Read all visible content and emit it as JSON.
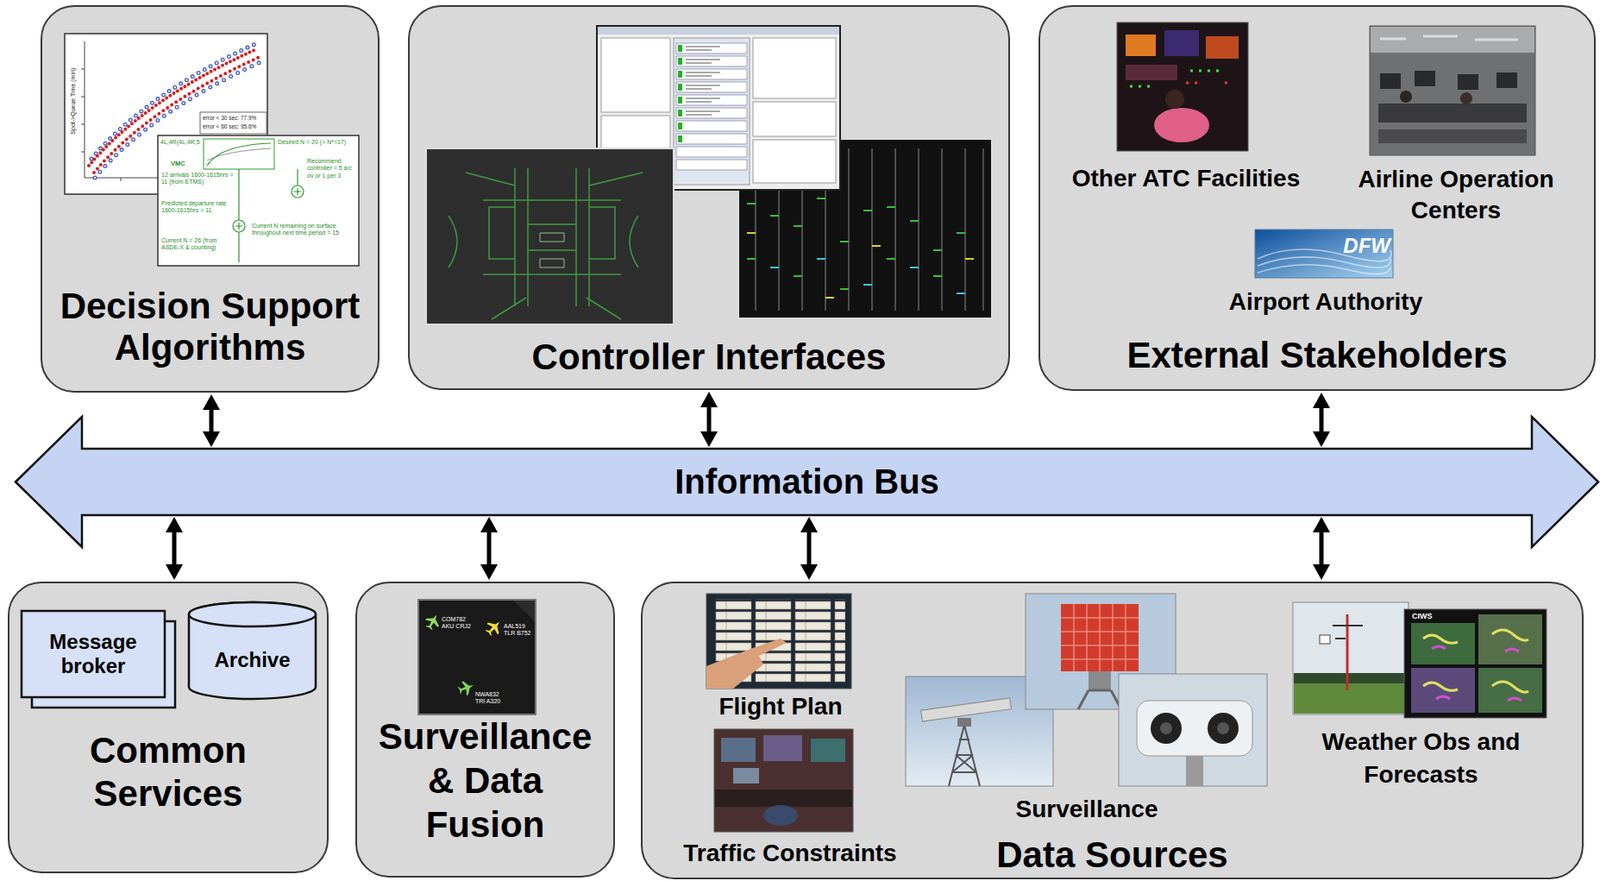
{
  "diagram": {
    "nodes": [
      {
        "text": [
          "Decision Support Algorithms"
        ]
      },
      {
        "text": [
          "Controller Interfaces"
        ]
      },
      {
        "text": [
          "External Stakeholders"
        ]
      },
      {
        "text": [
          "Other ATC Facilities"
        ],
        "in": 2
      },
      {
        "text": [
          "Airline Operation Centers"
        ],
        "in": 2
      },
      {
        "text": [
          "Airport Authority"
        ],
        "in": 2
      },
      {
        "text": [
          "Information Bus"
        ]
      },
      {
        "text": [
          "Common Services"
        ]
      },
      {
        "text": [
          "Message broker"
        ],
        "in": 7
      },
      {
        "text": [
          "Archive"
        ],
        "in": 7
      },
      {
        "text": [
          "Surveillance & Data Fusion"
        ]
      },
      {
        "text": [
          "Data Sources"
        ]
      },
      {
        "text": [
          "Flight Plan"
        ],
        "in": 11
      },
      {
        "text": [
          "Traffic Constraints"
        ],
        "in": 11
      },
      {
        "text": [
          "Surveillance"
        ],
        "in": 11
      },
      {
        "text": [
          "Weather Obs and Forecasts"
        ],
        "in": 11
      }
    ],
    "edges": [
      {
        "from": 0,
        "to": 6,
        "arrow": "both"
      },
      {
        "from": 1,
        "to": 6,
        "arrow": "both"
      },
      {
        "from": 2,
        "to": 6,
        "arrow": "both"
      },
      {
        "from": 6,
        "to": 7,
        "arrow": "both"
      },
      {
        "from": 6,
        "to": 10,
        "arrow": "both"
      },
      {
        "from": 6,
        "to": 11,
        "arrow": "both"
      },
      {
        "from": 6,
        "to": 11,
        "arrow": "both"
      }
    ],
    "labels": [
      "Spot->Queue Time (min)",
      "error < 30 sec: 77.9%",
      "error < 60 sec: 95.6%",
      "4L,4R(4L,4R,5",
      "Desired N = 20 (> N*=17)",
      "VMC",
      "12 arrivals 1600-1615hrs = 11 (from ETMS)",
      "Recommend controller = 5 a/c ov or 1 per 3",
      "Predicted departure rate 1600-1615hrs = 11",
      "Current N remaining on surface throughout next time period = 15",
      "Current N = 26 (from ASDE-X & counting)",
      "DFW",
      "COM782 AKU CRJ2",
      "AAL519 TLR B752",
      "NWA832 TRI A320",
      "CIWS"
    ]
  }
}
